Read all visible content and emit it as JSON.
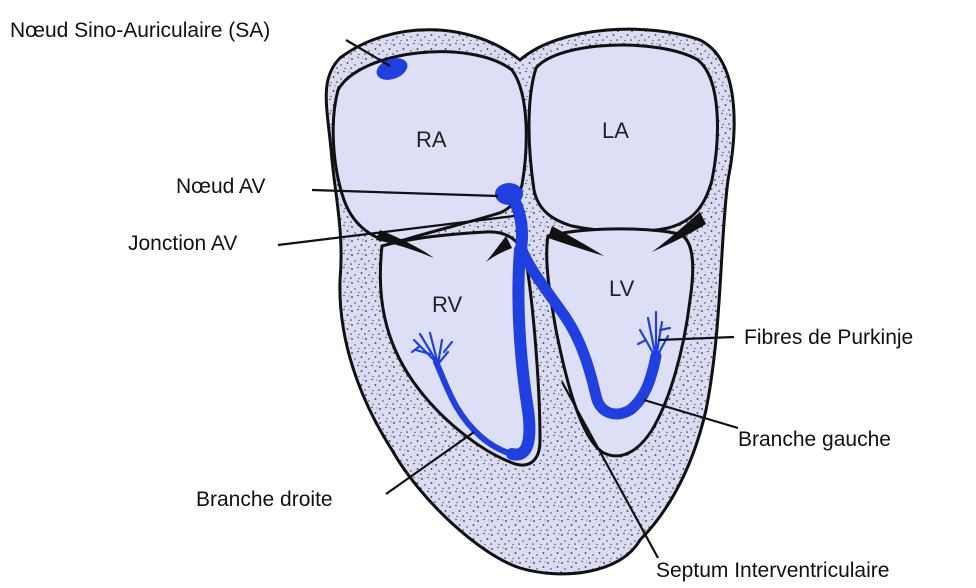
{
  "labels": {
    "sa_node": "Nœud Sino-Auriculaire (SA)",
    "av_node": "Nœud AV",
    "av_junction": "Jonction AV",
    "purkinje": "Fibres de Purkinje",
    "left_branch": "Branche gauche",
    "right_branch": "Branche droite",
    "septum": "Septum Interventriculaire"
  },
  "chambers": {
    "ra": "RA",
    "la": "LA",
    "rv": "RV",
    "lv": "LV"
  },
  "colors": {
    "tissue_fill": "#d9dcf2",
    "chamber_fill": "#dcdff6",
    "outline": "#111111",
    "conduction": "#1f3fe0"
  }
}
